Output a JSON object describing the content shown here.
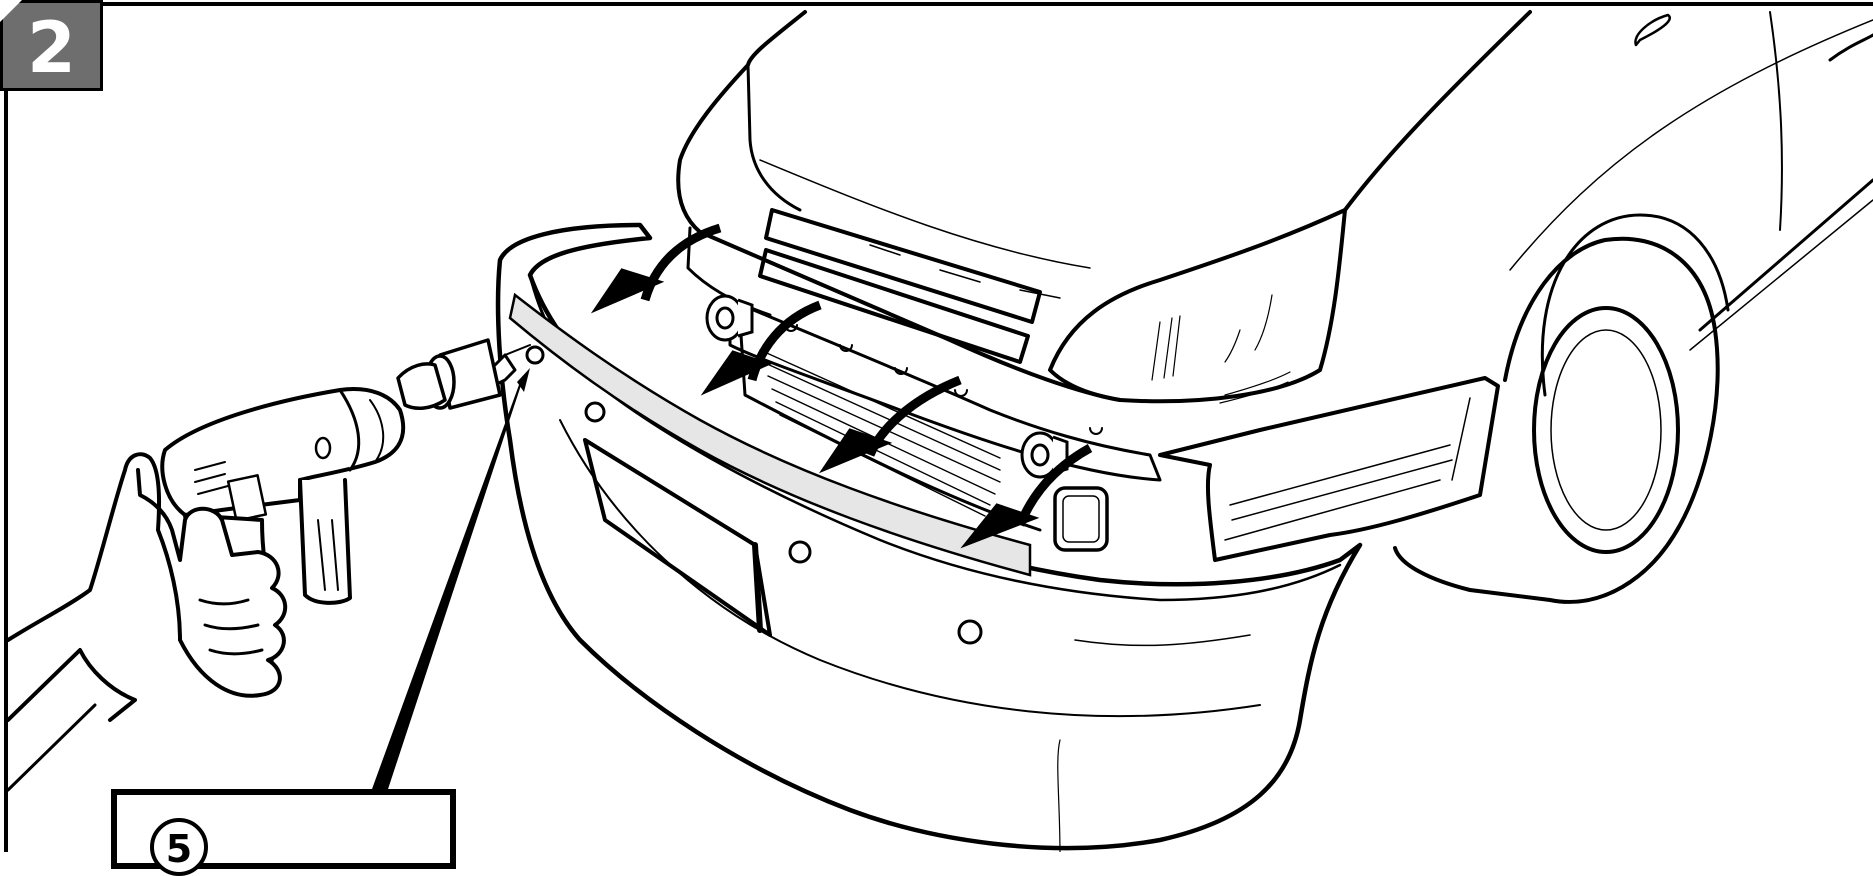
{
  "step": {
    "number": "2"
  },
  "callout": {
    "number": "5"
  },
  "colors": {
    "line": "#000000",
    "badge_bg": "#6e6e6e",
    "strip": "#e6e6e6",
    "background": "#ffffff"
  },
  "icons": [
    "drill-icon",
    "hand-icon",
    "arrow-icon",
    "car-illustration"
  ]
}
